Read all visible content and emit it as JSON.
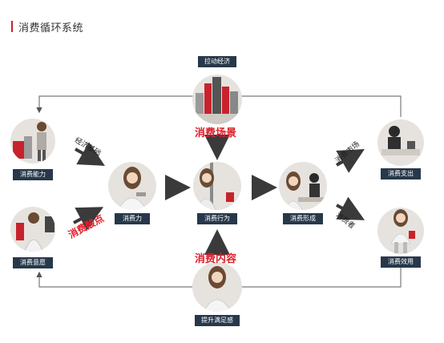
{
  "title": "消费循环系统",
  "colors": {
    "accent": "#c8232c",
    "label_bg": "#27384a",
    "label_text": "#ffffff",
    "red_text": "#e01e2a",
    "circle_bg": "#e6e3df",
    "arrow": "#3a3a3a",
    "loop_line": "#7a7a7a"
  },
  "nodes": {
    "top": "拉动经济",
    "ability": "消费能力",
    "willingness": "消费意愿",
    "power": "消费力",
    "behavior": "消费行为",
    "formation": "消费形成",
    "spending": "消费支出",
    "effect": "消费效用",
    "bottom": "提升满足感"
  },
  "red_labels": {
    "scene": "消费场景",
    "pain_point": "消费酸点",
    "content": "消费内容"
  },
  "annotations": {
    "economic_base": "经济基础",
    "market": "消费市场",
    "consumer": "消费者"
  }
}
